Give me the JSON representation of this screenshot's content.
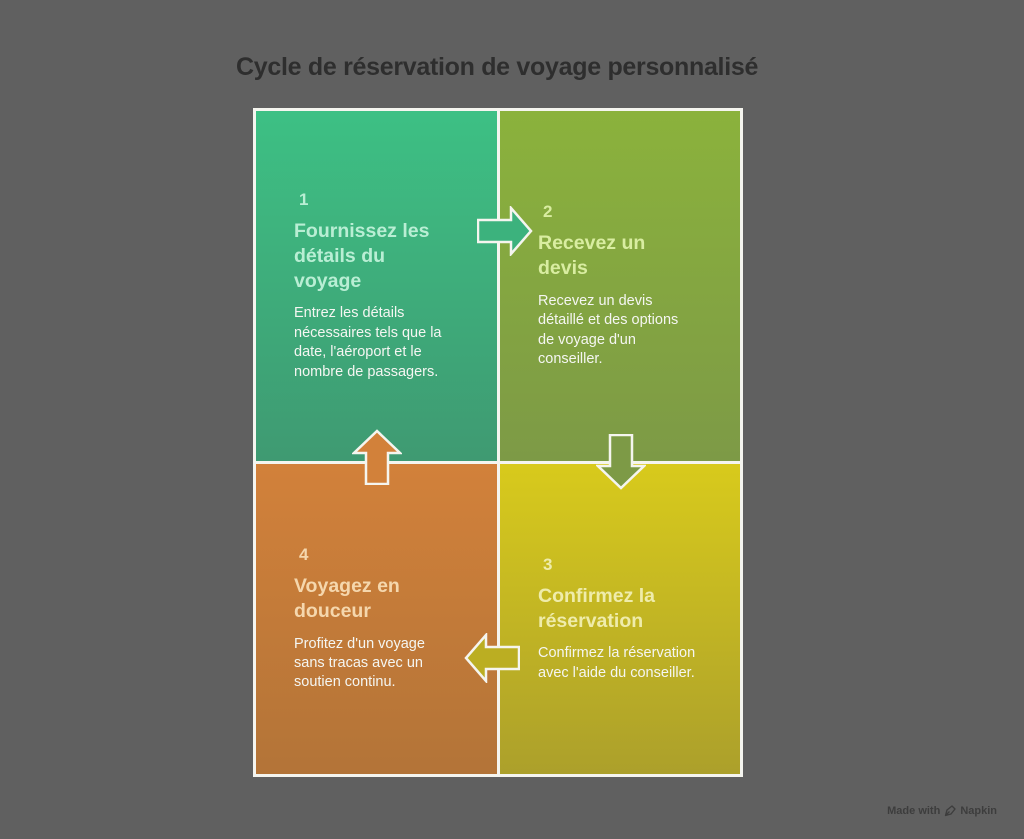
{
  "page": {
    "background_color": "#606060",
    "title": "Cycle de réservation de voyage personnalisé",
    "title_color": "#2e2e2e"
  },
  "diagram": {
    "type": "cycle",
    "seam_color": "#f5f5ef",
    "steps": [
      {
        "number": "1",
        "title": "Fournissez les\ndétails du\nvoyage",
        "description": "Entrez les détails\nnécessaires tels que la\ndate, l'aéroport et le\nnombre de passagers.",
        "panel_color_top": "#3dc084",
        "panel_color_bottom": "#3f9a72",
        "title_color": "#b9eed4"
      },
      {
        "number": "2",
        "title": "Recevez un\ndevis",
        "description": "Recevez un devis\ndétaillé et des options\nde voyage d'un\nconseiller.",
        "panel_color_top": "#8bb23c",
        "panel_color_bottom": "#7d9a46",
        "title_color": "#d9eda1"
      },
      {
        "number": "3",
        "title": "Confirmez la\nréservation",
        "description": "Confirmez la réservation\navec l'aide du conseiller.",
        "panel_color_top": "#d8ca1c",
        "panel_color_bottom": "#aca02b",
        "title_color": "#efecab"
      },
      {
        "number": "4",
        "title": "Voyagez en\ndouceur",
        "description": "Profitez d'un voyage\nsans tracas avec un\nsoutien continu.",
        "panel_color_top": "#d2813a",
        "panel_color_bottom": "#b37438",
        "title_color": "#f5d7ad"
      }
    ],
    "arrows": [
      {
        "name": "step-1-to-2",
        "direction": "right",
        "color": "#3cb27d",
        "outline": "#f5f5ef"
      },
      {
        "name": "step-2-to-3",
        "direction": "down",
        "color": "#7d9a46",
        "outline": "#f5f5ef"
      },
      {
        "name": "step-3-to-4",
        "direction": "left",
        "color": "#bbae22",
        "outline": "#f5f5ef"
      },
      {
        "name": "step-4-to-1",
        "direction": "up",
        "color": "#d2813a",
        "outline": "#f5f5ef"
      }
    ]
  },
  "watermark": {
    "prefix": "Made with",
    "brand": "Napkin",
    "icon": "pen-nib-icon"
  }
}
